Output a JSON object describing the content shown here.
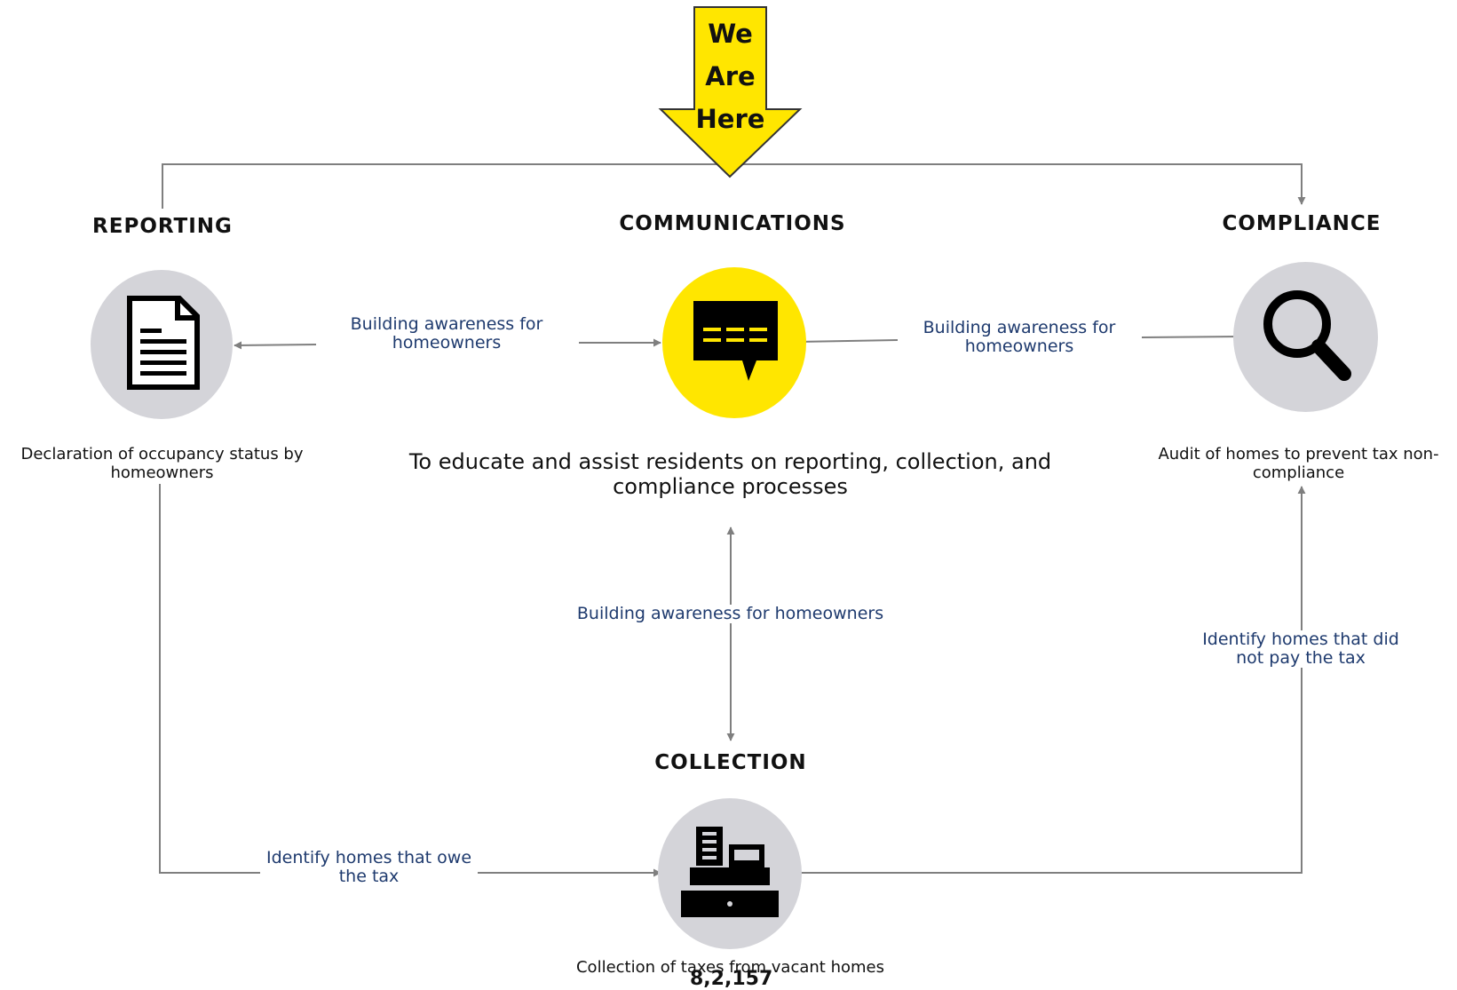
{
  "marker": {
    "lines": [
      "We",
      "Are",
      "Here"
    ]
  },
  "nodes": {
    "reporting": {
      "title": "REPORTING",
      "description": "Declaration of occupancy status by homeowners",
      "icon": "document-icon"
    },
    "communications": {
      "title": "COMMUNICATIONS",
      "description": "To educate and assist residents on reporting, collection, and compliance processes",
      "icon": "chat-bubble-icon"
    },
    "compliance": {
      "title": "COMPLIANCE",
      "description": "Audit of homes to prevent tax non-compliance",
      "icon": "magnifier-icon"
    },
    "collection": {
      "title": "COLLECTION",
      "description": "Collection of taxes from vacant homes",
      "icon": "cash-register-icon"
    }
  },
  "edges": {
    "comm_to_reporting": "Building awareness for homeowners",
    "comm_to_compliance": "Building awareness for homeowners",
    "comm_collection": "Building awareness for homeowners",
    "reporting_to_collection": "Identify homes that owe the tax",
    "collection_to_compliance": "Identify homes that did not pay the tax"
  },
  "footer_number": "8,2,157",
  "colors": {
    "accent_yellow": "#ffe600",
    "circle_gray": "#d4d4d9",
    "line_gray": "#7f7f7f",
    "label_blue": "#1e3a6e",
    "icon_black": "#000000"
  }
}
